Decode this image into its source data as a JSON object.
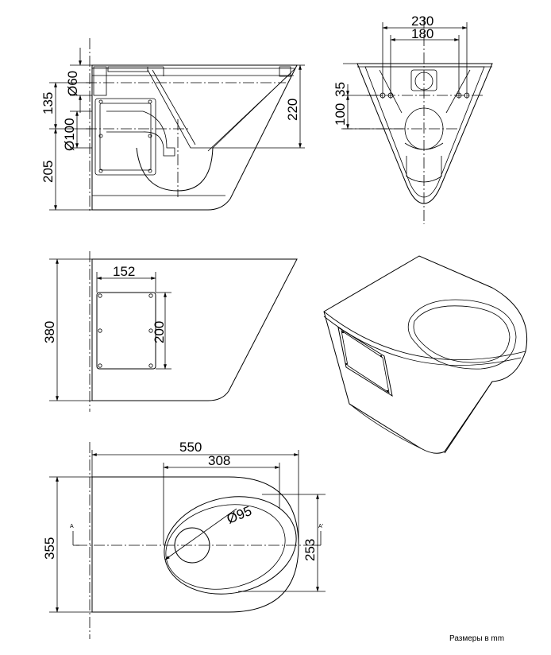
{
  "dimensions": {
    "side_d60": "Ø60",
    "side_135": "135",
    "side_d100": "Ø100",
    "side_205": "205",
    "side_220": "220",
    "front_230": "230",
    "front_180": "180",
    "front_35": "35",
    "front_100": "100",
    "back_152": "152",
    "back_200": "200",
    "back_380": "380",
    "plan_550": "550",
    "plan_308": "308",
    "plan_d95": "Ø95",
    "plan_355": "355",
    "plan_253": "253"
  },
  "section_marks": {
    "left": "A",
    "right": "A'"
  },
  "units_note": "Размеры в mm"
}
